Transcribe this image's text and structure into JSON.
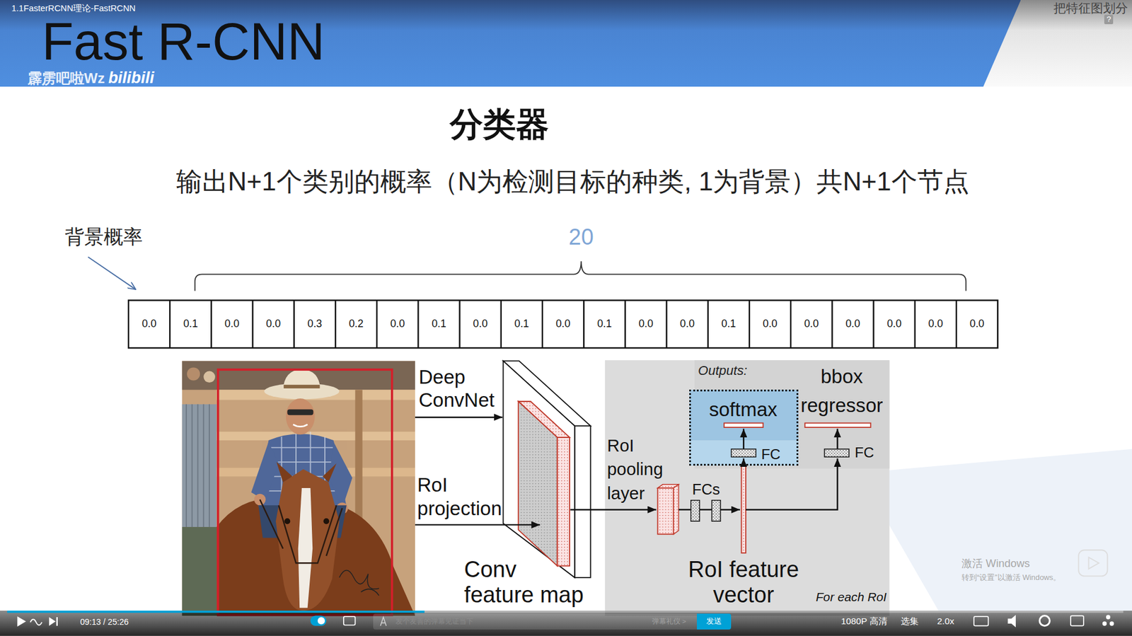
{
  "diagram": {
    "title": "分类器",
    "nodes": [
      {
        "text": [
          "Fast R-CNN"
        ]
      },
      {
        "text": [
          "Outputs:",
          "bbox regressor",
          "FC",
          "RoI pooling layer",
          "FCs",
          "RoI feature vector",
          "For each RoI"
        ]
      },
      {
        "text": [
          "softmax",
          "FC"
        ],
        "in": 1
      },
      {
        "text": [
          "09:13 / 25:26",
          "1080P 高清",
          "选集",
          "2.0x"
        ]
      },
      {
        "text": [
          "发个友善的弹幕见证当下",
          "弹幕礼仪 >"
        ],
        "in": 3
      },
      {
        "text": [
          "发送"
        ],
        "in": 3
      }
    ],
    "labels": [
      "1.1FasterRCNN理论-FastRCNN",
      "霹雳吧啦Wz",
      "bilibili",
      "把特征图划分",
      "?",
      "输出N+1个类别的概率（N为检测目标的种类, 1为背景）共N+1个节点",
      "背景概率",
      "20",
      "0.0",
      "0.1",
      "0.0",
      "0.0",
      "0.3",
      "0.2",
      "0.0",
      "0.1",
      "0.0",
      "0.1",
      "0.0",
      "0.1",
      "0.0",
      "0.0",
      "0.1",
      "0.0",
      "0.0",
      "0.0",
      "0.0",
      "0.0",
      "0.0",
      "Deep ConvNet",
      "RoI projection",
      "Conv feature map",
      "激活 Windows",
      "转到“设置”以激活 Windows。"
    ]
  }
}
